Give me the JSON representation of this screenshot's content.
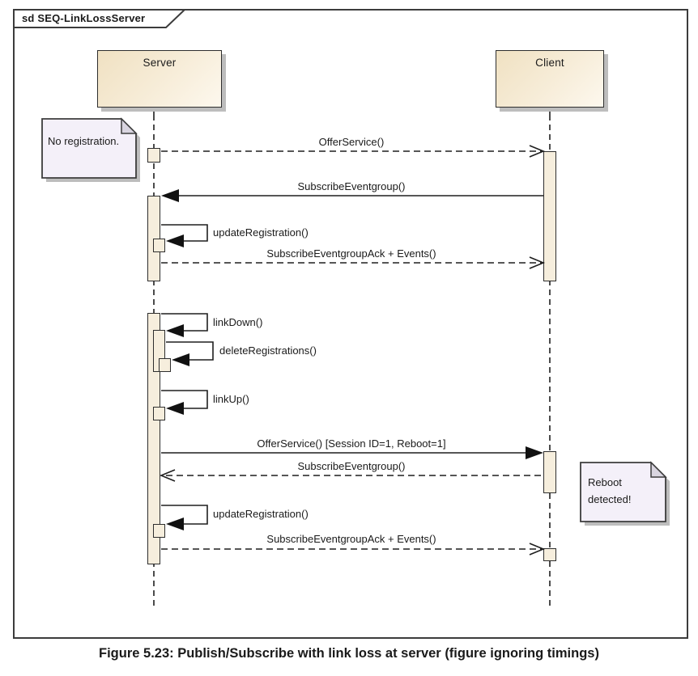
{
  "frame": {
    "title": "sd SEQ-LinkLossServer"
  },
  "lifelines": [
    {
      "name": "Server"
    },
    {
      "name": "Client"
    }
  ],
  "notes": [
    {
      "text": "No registration."
    },
    {
      "text": "Reboot detected!"
    }
  ],
  "messages": [
    {
      "label": "OfferService()",
      "from": "Server",
      "to": "Client",
      "line": "dashed",
      "arrow": "open"
    },
    {
      "label": "SubscribeEventgroup()",
      "from": "Client",
      "to": "Server",
      "line": "solid",
      "arrow": "filled"
    },
    {
      "label": "updateRegistration()",
      "from": "Server",
      "to": "Server",
      "line": "solid",
      "arrow": "filled"
    },
    {
      "label": "SubscribeEventgroupAck + Events()",
      "from": "Server",
      "to": "Client",
      "line": "dashed",
      "arrow": "open"
    },
    {
      "label": "linkDown()",
      "from": "Server",
      "to": "Server",
      "line": "solid",
      "arrow": "filled"
    },
    {
      "label": "deleteRegistrations()",
      "from": "Server",
      "to": "Server",
      "line": "solid",
      "arrow": "filled"
    },
    {
      "label": "linkUp()",
      "from": "Server",
      "to": "Server",
      "line": "solid",
      "arrow": "filled"
    },
    {
      "label": "OfferService() [Session ID=1, Reboot=1]",
      "from": "Server",
      "to": "Client",
      "line": "solid",
      "arrow": "filled"
    },
    {
      "label": "SubscribeEventgroup()",
      "from": "Client",
      "to": "Server",
      "line": "dashed",
      "arrow": "open"
    },
    {
      "label": "updateRegistration()",
      "from": "Server",
      "to": "Server",
      "line": "solid",
      "arrow": "filled"
    },
    {
      "label": "SubscribeEventgroupAck + Events()",
      "from": "Server",
      "to": "Client",
      "line": "dashed",
      "arrow": "open"
    }
  ],
  "caption": "Figure 5.23: Publish/Subscribe with link loss at server (figure ignoring timings)",
  "colors": {
    "activation_fill": "#f6eedd",
    "header_fill_dark": "#efe0c1",
    "header_fill_light": "#fdf8ee",
    "note_fill": "#f4f0f9",
    "note_fold": "#d9d5e0",
    "border": "#2e2e2e",
    "shadow": "#bdbdbd"
  }
}
